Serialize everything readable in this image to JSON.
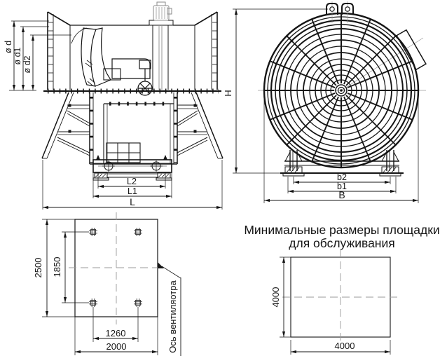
{
  "drawing": {
    "side_view": {
      "dim_d": "ø d",
      "dim_d1": "ø d1",
      "dim_d2": "ø d2",
      "dim_L2": "L2",
      "dim_L1": "L1",
      "dim_L": "L"
    },
    "front_view": {
      "dim_H": "H",
      "dim_b2": "b2",
      "dim_b1": "b1",
      "dim_B": "B"
    },
    "foundation": {
      "dim_height": "2500",
      "dim_bolt_rows": "1850",
      "dim_bolt_cols": "1260",
      "dim_width": "2000",
      "axis_note": "Ось вентиляотра"
    },
    "service_pad": {
      "title_line1": "Минимальные размеры площадки",
      "title_line2": "для обслуживания",
      "dim_height": "4000",
      "dim_width": "4000"
    }
  },
  "colors": {
    "line": "#151515",
    "centerline": "#9a9a9a",
    "motor": "#8a8a8a",
    "background": "#ffffff"
  }
}
